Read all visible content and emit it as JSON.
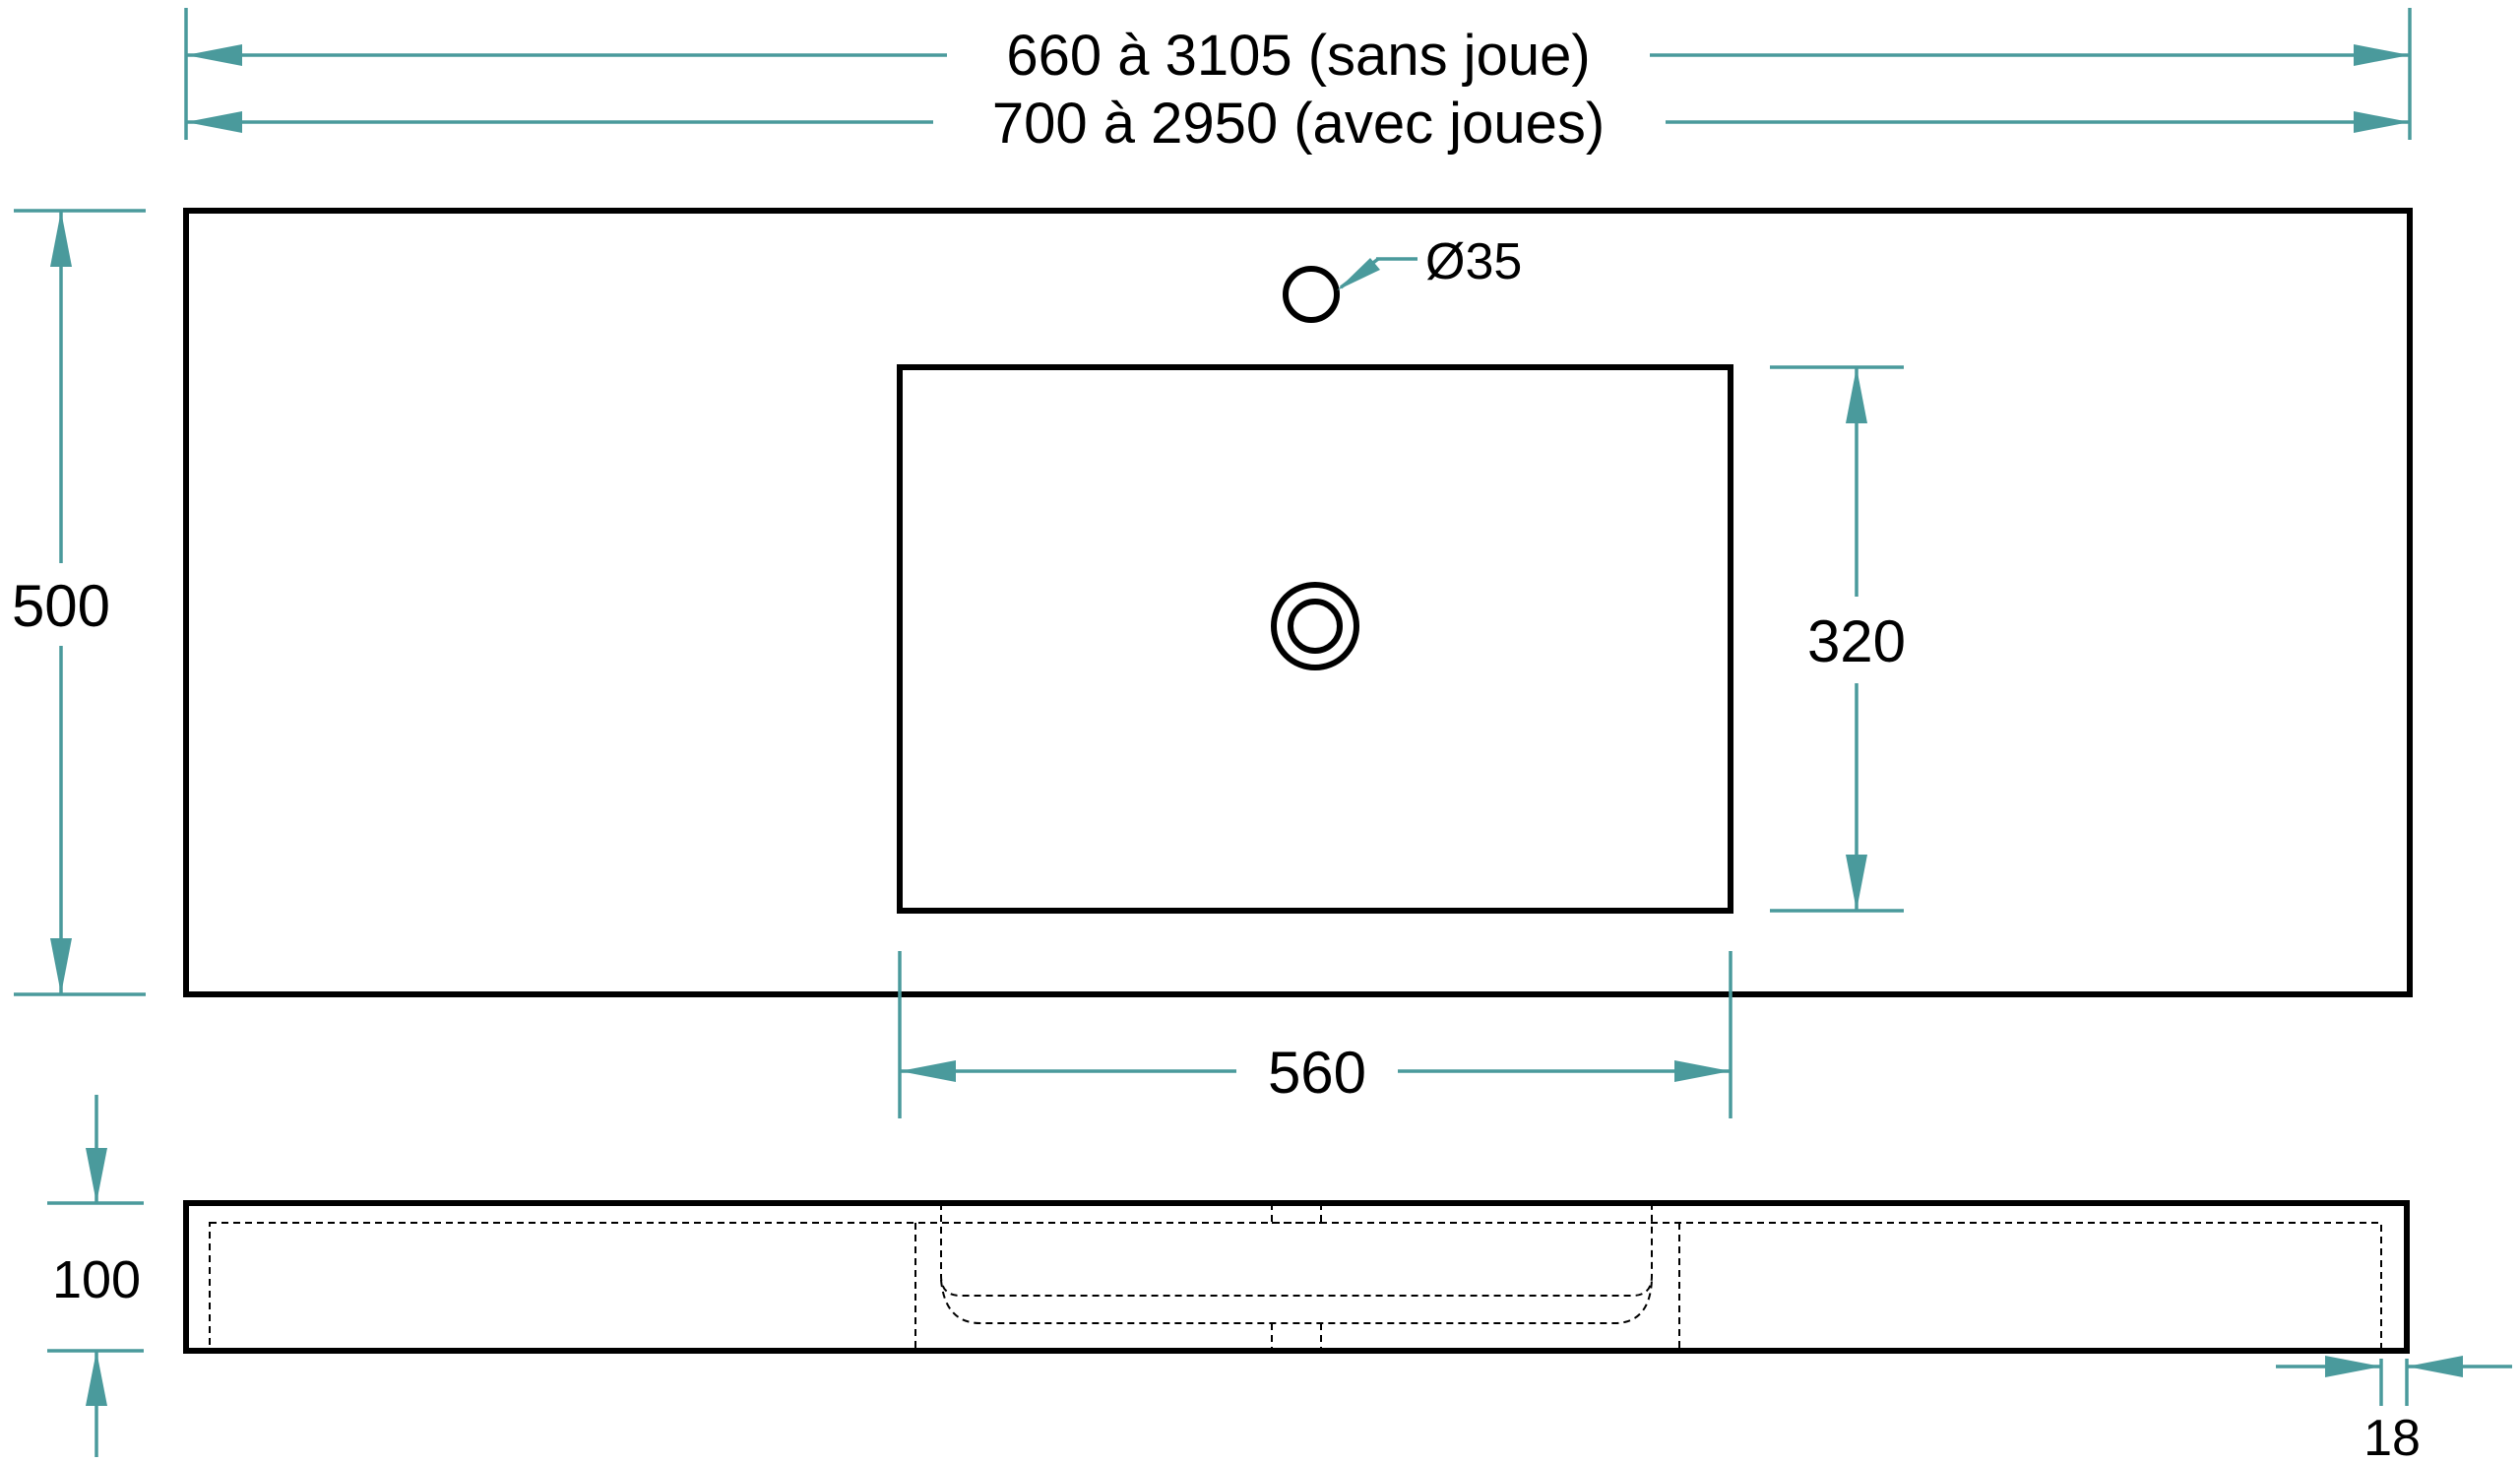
{
  "dimensions": {
    "total_width_without_sides": "660 à 3105 (sans joue)",
    "total_width_with_sides": "700 à 2950 (avec joues)",
    "depth": "500",
    "tap_hole_diameter": "Ø35",
    "basin_depth": "320",
    "basin_width": "560",
    "thickness": "100",
    "side_thickness": "18"
  },
  "colors": {
    "dimension_lines": "#4a9a9c",
    "outline": "#000000",
    "background": "#ffffff"
  }
}
